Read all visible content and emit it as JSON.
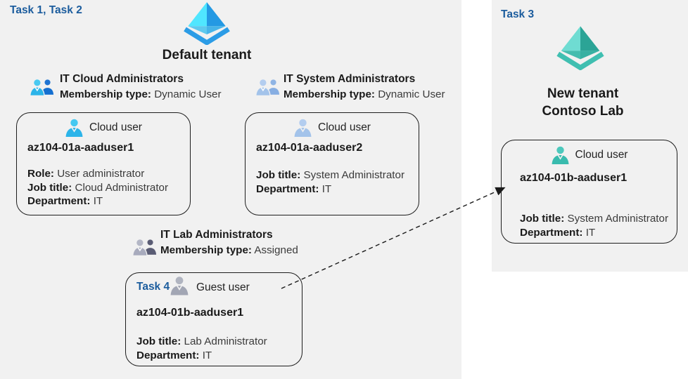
{
  "default_tenant": {
    "task_label": "Task 1, Task 2",
    "icon": "azure-ad-icon-blue",
    "name": "Default tenant",
    "groups": [
      {
        "icon": "user-group-icon-cyan-blue",
        "name": "IT Cloud Administrators",
        "membership_label": "Membership type:",
        "membership_value": "Dynamic User"
      },
      {
        "icon": "user-group-icon-lightblue",
        "name": "IT System Administrators",
        "membership_label": "Membership type:",
        "membership_value": "Dynamic User"
      },
      {
        "icon": "user-group-icon-gray",
        "name": "IT Lab Administrators",
        "membership_label": "Membership type:",
        "membership_value": "Assigned"
      }
    ],
    "users": [
      {
        "icon": "user-icon-cyan",
        "type_label": "Cloud user",
        "name": "az104-01a-aaduser1",
        "fields": [
          {
            "label": "Role:",
            "value": "User administrator"
          },
          {
            "label": "Job title:",
            "value": "Cloud Administrator"
          },
          {
            "label": "Department:",
            "value": "IT"
          }
        ]
      },
      {
        "icon": "user-icon-lightblue",
        "type_label": "Cloud user",
        "name": "az104-01a-aaduser2",
        "fields": [
          {
            "label": "Job title:",
            "value": "System Administrator"
          },
          {
            "label": "Department:",
            "value": "IT"
          }
        ]
      },
      {
        "task_label": "Task 4",
        "icon": "user-icon-gray",
        "type_label": "Guest user",
        "name": "az104-01b-aaduser1",
        "fields": [
          {
            "label": "Job title:",
            "value": "Lab Administrator"
          },
          {
            "label": "Department:",
            "value": "IT"
          }
        ]
      }
    ]
  },
  "new_tenant": {
    "task_label": "Task 3",
    "icon": "azure-ad-icon-teal",
    "name_line1": "New tenant",
    "name_line2": "Contoso Lab",
    "user": {
      "icon": "user-icon-teal",
      "type_label": "Cloud user",
      "name": "az104-01b-aaduser1",
      "fields": [
        {
          "label": "Job title:",
          "value": "System Administrator"
        },
        {
          "label": "Department:",
          "value": "IT"
        }
      ]
    }
  },
  "connector": {
    "type": "dashed-arrow",
    "from": "guest-user-card",
    "to": "new-tenant-cloud-user-card"
  },
  "colors": {
    "panel_bg": "#f1f1f1",
    "task_label": "#1b5c9d",
    "text": "#1a1a1a",
    "azure_ad_blue_light": "#50e6ff",
    "azure_ad_blue_dark": "#2499e3",
    "azure_ad_teal_light": "#6fdcd2",
    "azure_ad_teal_dark": "#2ba496"
  }
}
